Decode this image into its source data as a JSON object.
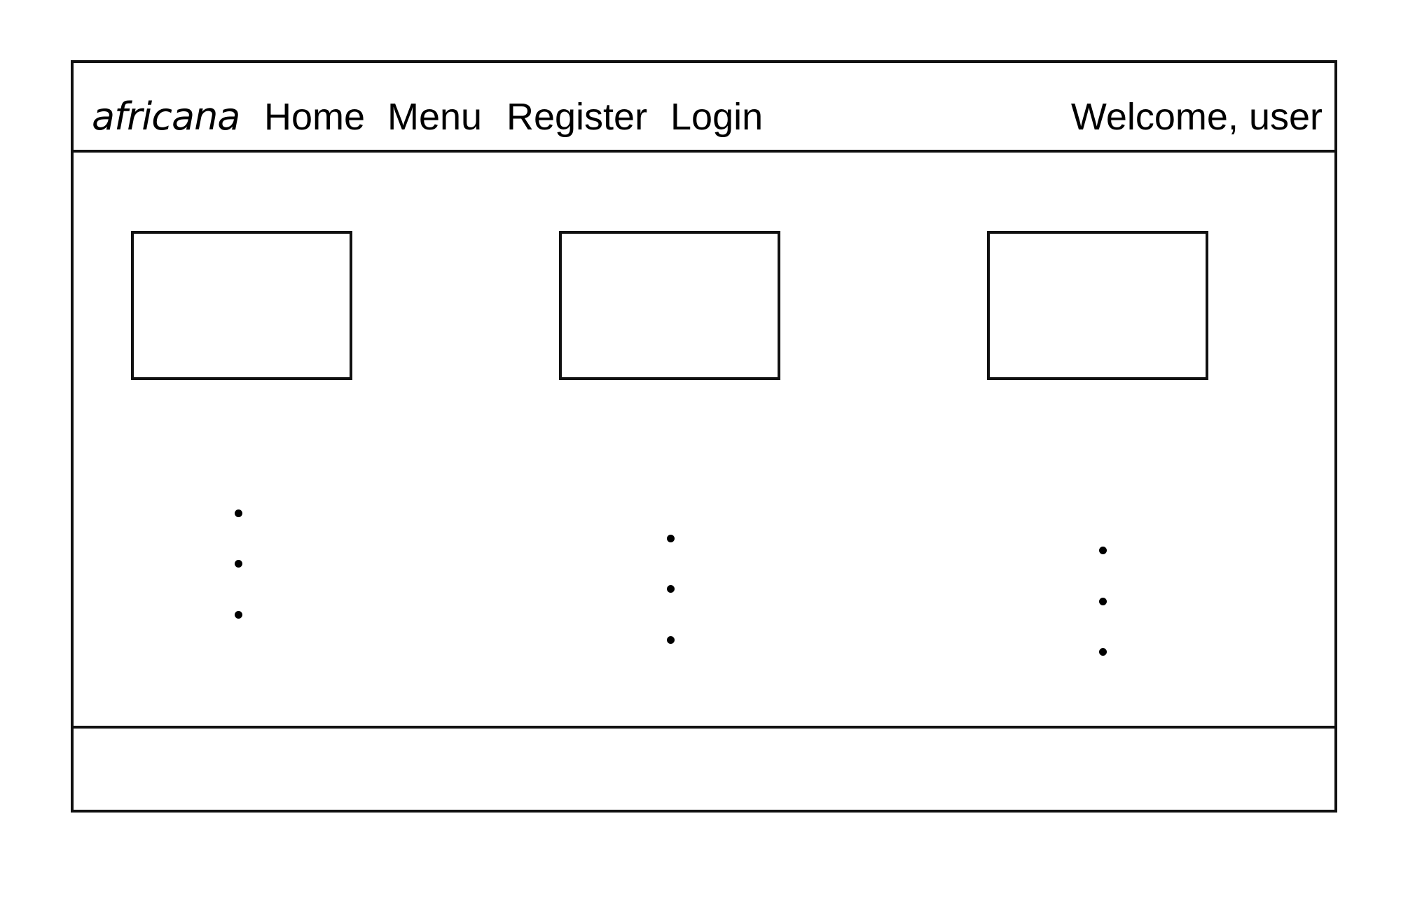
{
  "navbar": {
    "brand": "africana",
    "links": [
      {
        "label": "Home"
      },
      {
        "label": "Menu"
      },
      {
        "label": "Register"
      },
      {
        "label": "Login"
      }
    ],
    "welcome": "Welcome, user"
  },
  "cards": [
    {
      "image": "image-placeholder"
    },
    {
      "image": "image-placeholder"
    },
    {
      "image": "image-placeholder"
    }
  ],
  "colors": {
    "line": "#111111",
    "background": "#ffffff"
  }
}
